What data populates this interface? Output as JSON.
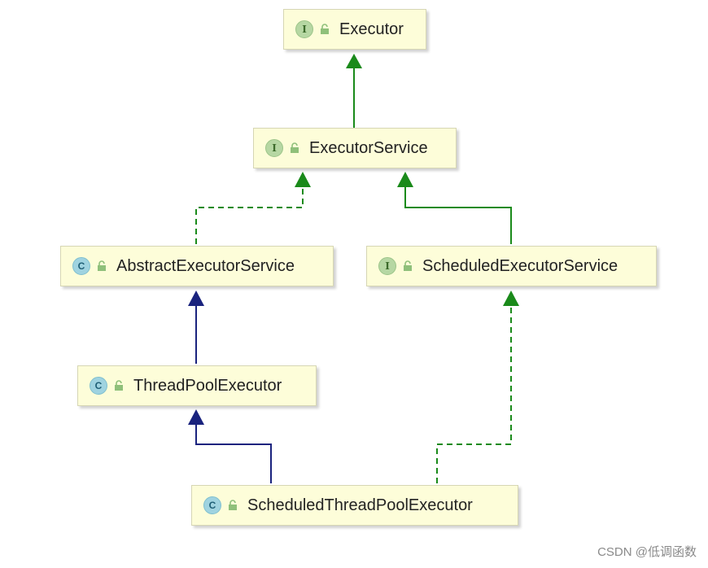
{
  "nodes": [
    {
      "id": "executor",
      "label": "Executor",
      "kind": "interface",
      "badge": "I"
    },
    {
      "id": "executor_service",
      "label": "ExecutorService",
      "kind": "interface",
      "badge": "I"
    },
    {
      "id": "abstract_executor_service",
      "label": "AbstractExecutorService",
      "kind": "class",
      "badge": "C"
    },
    {
      "id": "scheduled_executor_service",
      "label": "ScheduledExecutorService",
      "kind": "interface",
      "badge": "I"
    },
    {
      "id": "thread_pool_executor",
      "label": "ThreadPoolExecutor",
      "kind": "class",
      "badge": "C"
    },
    {
      "id": "scheduled_thread_pool_executor",
      "label": "ScheduledThreadPoolExecutor",
      "kind": "class",
      "badge": "C"
    }
  ],
  "edges": [
    {
      "from": "executor_service",
      "to": "executor",
      "type": "extends-interface"
    },
    {
      "from": "abstract_executor_service",
      "to": "executor_service",
      "type": "implements"
    },
    {
      "from": "scheduled_executor_service",
      "to": "executor_service",
      "type": "extends-interface"
    },
    {
      "from": "thread_pool_executor",
      "to": "abstract_executor_service",
      "type": "extends-class"
    },
    {
      "from": "scheduled_thread_pool_executor",
      "to": "thread_pool_executor",
      "type": "extends-class"
    },
    {
      "from": "scheduled_thread_pool_executor",
      "to": "scheduled_executor_service",
      "type": "implements"
    }
  ],
  "colors": {
    "interface_arrow": "#1a8a1a",
    "class_arrow": "#1a237e"
  },
  "watermark": "CSDN @低调函数"
}
